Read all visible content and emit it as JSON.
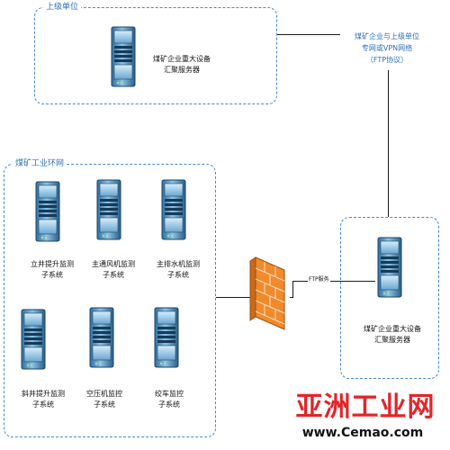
{
  "zones": {
    "top": {
      "label": "上级单位"
    },
    "mine": {
      "label": "煤矿工业环网"
    }
  },
  "network_note": "煤矿企业与上级单位\n专网或VPN网络\n（FTP协议）",
  "servers": {
    "top": {
      "label": "煤矿企业重大设备\n汇聚服务器"
    },
    "right": {
      "label": "煤矿企业重大设备\n汇聚服务器"
    },
    "subsystems": [
      {
        "label": "立井提升监测\n子系统"
      },
      {
        "label": "主通风机监测\n子系统"
      },
      {
        "label": "主排水机监测\n子系统"
      },
      {
        "label": "斜井提升监测\n子系统"
      },
      {
        "label": "空压机监控\n子系统"
      },
      {
        "label": "绞车监控\n子系统"
      }
    ]
  },
  "ftp_label": "FTP服务",
  "watermark": {
    "title": "亚洲工业网",
    "url": "www.Cemao.com"
  },
  "colors": {
    "accent": "#2f6fb5",
    "dash": "#4a87c5",
    "firewall": "#f08a2c",
    "watermark_red": "#e0262b"
  }
}
